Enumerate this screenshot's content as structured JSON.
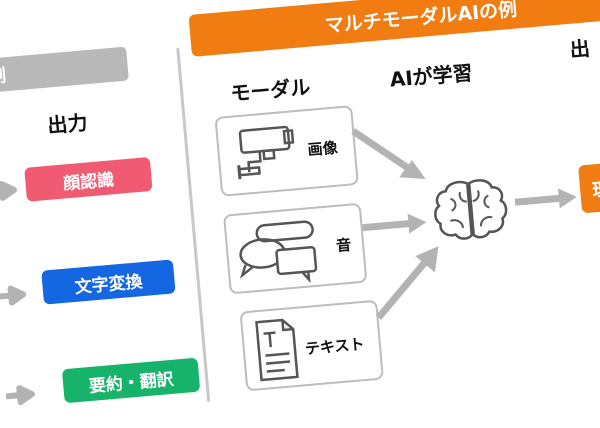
{
  "left_panel": {
    "banner_text": "例",
    "output_header": "出力",
    "outputs": [
      {
        "label": "顔認識",
        "color": "#f05a72"
      },
      {
        "label": "文字変換",
        "color": "#1467e0"
      },
      {
        "label": "要約・翻訳",
        "color": "#17b36b"
      }
    ]
  },
  "right_panel": {
    "banner_text": "マルチモーダルAIの例",
    "modal_header": "モーダル",
    "learning_header": "AIが学習",
    "output_header_partial": "出",
    "output_partial_label": "理",
    "inputs": [
      {
        "label": "画像",
        "icon": "camera-icon"
      },
      {
        "label": "音",
        "icon": "speech-bubbles-icon"
      },
      {
        "label": "テキスト",
        "icon": "document-icon"
      }
    ],
    "brain_icon": "brain-icon"
  },
  "colors": {
    "accent_orange": "#f07c12",
    "banner_gray": "#b9b9b9",
    "arrow_gray": "#b3b3b3",
    "card_border": "#bdbdbd"
  }
}
